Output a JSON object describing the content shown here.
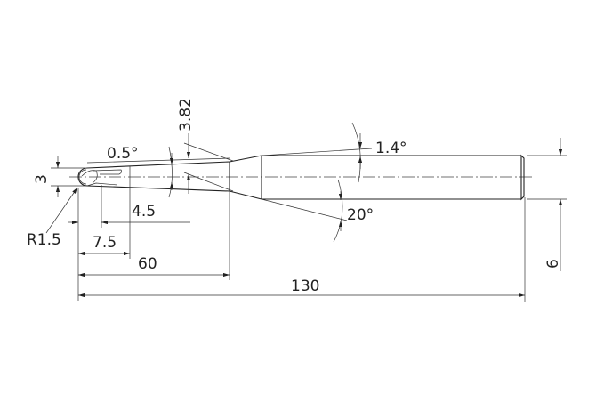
{
  "drawing": {
    "title": "Ball end mill dimensions",
    "dimensions": {
      "ball_diameter": "3",
      "ball_radius": "R1.5",
      "flute_length": "4.5",
      "neck_length": "7.5",
      "effective_length": "60",
      "overall_length": "130",
      "shank_diameter": "6",
      "neck_diameter": "3.82",
      "neck_taper_angle": "0.5°",
      "taper_angle": "1.4°",
      "transition_angle": "20°"
    }
  }
}
